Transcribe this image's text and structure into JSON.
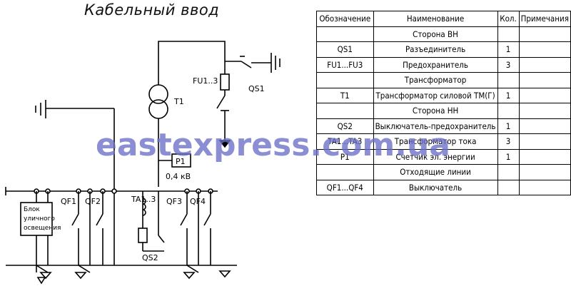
{
  "title": "Кабельный ввод",
  "watermark": "eastexpress.com.ua",
  "diagram": {
    "labels": {
      "fu": "FU1..3",
      "qs1": "QS1",
      "t1": "T1",
      "p1": "P1",
      "voltage": "0,4 кВ",
      "ta": "TA1..3",
      "qs2": "QS2",
      "qf1": "QF1",
      "qf2": "QF2",
      "qf3": "QF3",
      "qf4": "QF4",
      "block_l1": "Блок",
      "block_l2": "уличного",
      "block_l3": "освещения"
    }
  },
  "table": {
    "headers": [
      "Обозначение",
      "Наименование",
      "Кол.",
      "Примечания"
    ],
    "rows": [
      [
        "",
        "Сторона ВН",
        "",
        ""
      ],
      [
        "QS1",
        "Разъединитель",
        "1",
        ""
      ],
      [
        "FU1...FU3",
        "Предохранитель",
        "3",
        ""
      ],
      [
        "",
        "Трансформатор",
        "",
        ""
      ],
      [
        "T1",
        "Трансформатор силовой ТМ(Г)",
        "1",
        ""
      ],
      [
        "",
        "Сторона НН",
        "",
        ""
      ],
      [
        "QS2",
        "Выключатель-предохранитель",
        "1",
        ""
      ],
      [
        "TA1...TA3",
        "Трансформатор тока",
        "3",
        ""
      ],
      [
        "P1",
        "Счетчик эл. энергии",
        "1",
        ""
      ],
      [
        "",
        "Отходящие линии",
        "",
        ""
      ],
      [
        "QF1...QF4",
        "Выключатель",
        "",
        ""
      ]
    ]
  }
}
